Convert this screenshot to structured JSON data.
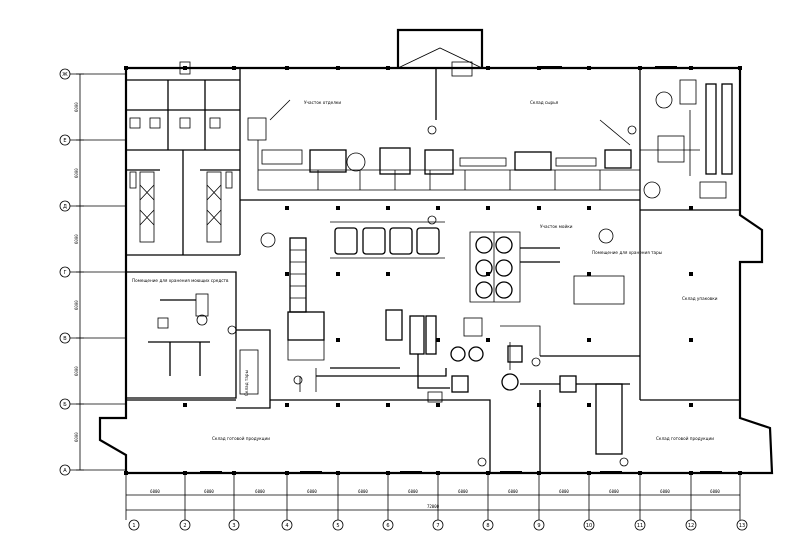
{
  "drawing": {
    "rooms": [
      {
        "id": "r1",
        "text": "Участок отделки"
      },
      {
        "id": "r2",
        "text": "Склад сырья"
      },
      {
        "id": "r3",
        "text": "Склад упаковки"
      },
      {
        "id": "r4",
        "text": "Склад готовой продукции"
      },
      {
        "id": "r5",
        "text": "Склад готовой продукции"
      },
      {
        "id": "r6",
        "text": "Помещение для хранения моющих средств"
      },
      {
        "id": "r7",
        "text": "Помещение для хранения тары"
      },
      {
        "id": "r8",
        "text": "Участок мойки"
      },
      {
        "id": "r9",
        "text": "Склад тары"
      }
    ],
    "bottom_dims": [
      "6000",
      "6000",
      "6000",
      "6000",
      "6000",
      "6000",
      "6000",
      "6000",
      "6000",
      "6000",
      "6000",
      "6000"
    ],
    "overall_dim": "72000",
    "left_dims": [
      "6000",
      "6000",
      "6000",
      "6000",
      "6000",
      "6000"
    ],
    "grid_cols": [
      "1",
      "2",
      "3",
      "4",
      "5",
      "6",
      "7",
      "8",
      "9",
      "10",
      "11",
      "12",
      "13"
    ],
    "grid_rows": [
      "Ж",
      "Е",
      "Д",
      "Г",
      "В",
      "Б",
      "А"
    ]
  }
}
